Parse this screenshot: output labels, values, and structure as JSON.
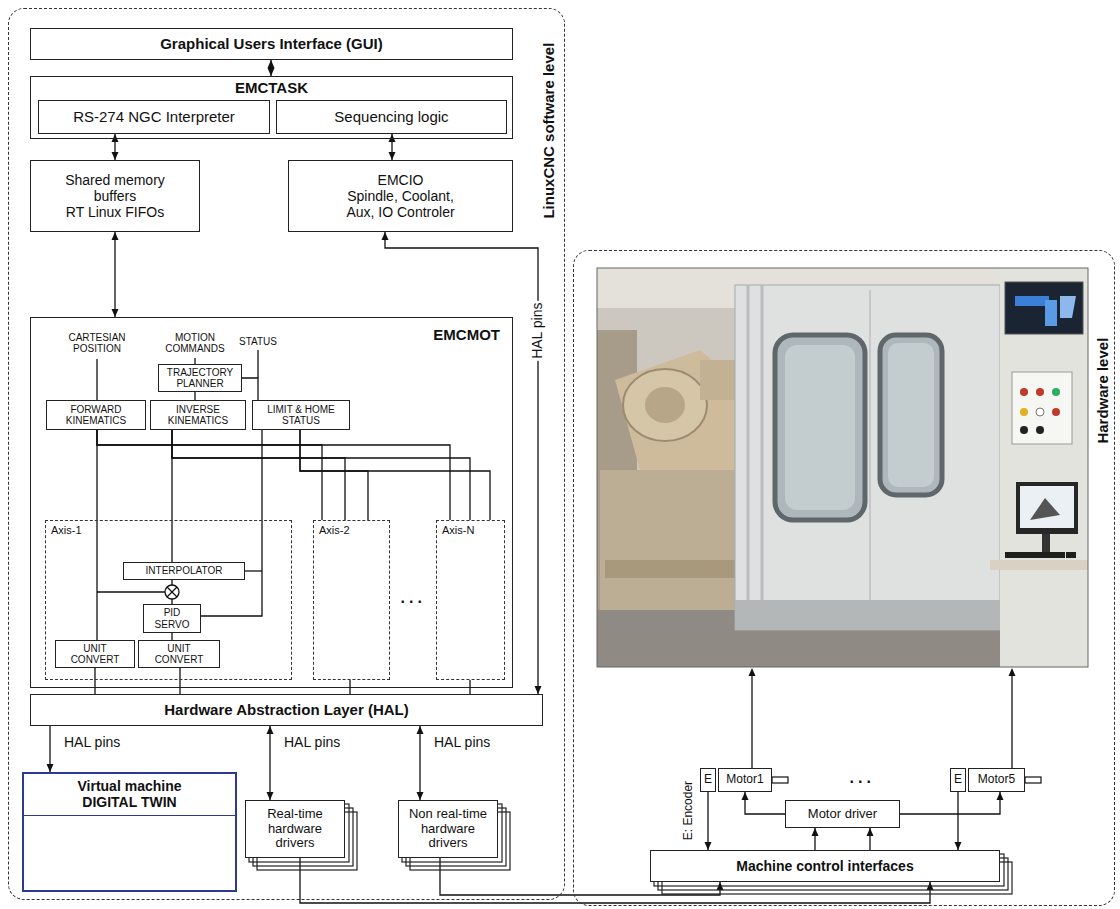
{
  "diagram": {
    "nodes": [
      {
        "text": [
          "LinuxCNC software level"
        ]
      },
      {
        "text": [
          "Graphical Users Interface (GUI)"
        ],
        "in": 0
      },
      {
        "text": [
          "EMCTASK"
        ],
        "in": 0
      },
      {
        "text": [
          "RS-274 NGC Interpreter"
        ],
        "in": 2
      },
      {
        "text": [
          "Sequencing logic"
        ],
        "in": 2
      },
      {
        "text": [
          "Shared memory buffers",
          "RT Linux FIFOs"
        ],
        "in": 0
      },
      {
        "text": [
          "EMCIO",
          "Spindle, Coolant, Aux, IO Controler"
        ],
        "in": 0
      },
      {
        "text": [
          "EMCMOT"
        ],
        "in": 0
      },
      {
        "text": [
          "TRAJECTORY PLANNER"
        ],
        "in": 7
      },
      {
        "text": [
          "FORWARD KINEMATICS"
        ],
        "in": 7
      },
      {
        "text": [
          "INVERSE KINEMATICS"
        ],
        "in": 7
      },
      {
        "text": [
          "LIMIT & HOME STATUS"
        ],
        "in": 7
      },
      {
        "text": [
          "Axis-1"
        ],
        "in": 7
      },
      {
        "text": [
          "INTERPOLATOR"
        ],
        "in": 12
      },
      {
        "text": [
          "PID SERVO"
        ],
        "in": 12
      },
      {
        "text": [
          "UNIT CONVERT"
        ],
        "in": 12
      },
      {
        "text": [
          "UNIT CONVERT"
        ],
        "in": 12
      },
      {
        "text": [
          "Axis-2"
        ],
        "in": 7
      },
      {
        "text": [
          "Axis-N"
        ],
        "in": 7
      },
      {
        "text": [
          "Hardware Abstraction Layer (HAL)"
        ],
        "in": 0
      },
      {
        "text": [
          "Virtual machine",
          "DIGITAL TWIN"
        ],
        "in": 0
      },
      {
        "text": [
          "Real-time hardware drivers"
        ],
        "in": 0
      },
      {
        "text": [
          "Non real-time hardware drivers"
        ],
        "in": 0
      },
      {
        "text": [
          "Hardware level"
        ]
      },
      {
        "text": [
          "E"
        ],
        "in": 23
      },
      {
        "text": [
          "Motor1"
        ],
        "in": 23
      },
      {
        "text": [
          "E"
        ],
        "in": 23
      },
      {
        "text": [
          "Motor5"
        ],
        "in": 23
      },
      {
        "text": [
          "Motor driver"
        ],
        "in": 23
      },
      {
        "text": [
          "Machine control interfaces"
        ],
        "in": 23
      }
    ],
    "edges": [
      {
        "from": 1,
        "to": 2,
        "arrow": "both"
      },
      {
        "from": 3,
        "to": 5,
        "arrow": "both"
      },
      {
        "from": 4,
        "to": 6,
        "arrow": "both"
      },
      {
        "from": 5,
        "to": 7,
        "arrow": "both"
      },
      {
        "from": 6,
        "to": 19,
        "arrow": "both",
        "label": "HAL pins"
      },
      {
        "from": 8,
        "to": 10,
        "arrow": "none"
      },
      {
        "from": 8,
        "to": 11,
        "arrow": "none"
      },
      {
        "from": 9,
        "to": 15,
        "arrow": "none"
      },
      {
        "from": 9,
        "to": 17,
        "arrow": "none"
      },
      {
        "from": 9,
        "to": 18,
        "arrow": "none"
      },
      {
        "from": 10,
        "to": 13,
        "arrow": "none"
      },
      {
        "from": 10,
        "to": 17,
        "arrow": "none"
      },
      {
        "from": 10,
        "to": 18,
        "arrow": "none"
      },
      {
        "from": 11,
        "to": 14,
        "arrow": "none"
      },
      {
        "from": 11,
        "to": 17,
        "arrow": "none"
      },
      {
        "from": 11,
        "to": 18,
        "arrow": "none"
      },
      {
        "from": 13,
        "to": 14,
        "arrow": "none"
      },
      {
        "from": 14,
        "to": 16,
        "arrow": "none"
      },
      {
        "from": 15,
        "to": 19,
        "arrow": "none"
      },
      {
        "from": 16,
        "to": 19,
        "arrow": "none"
      },
      {
        "from": 17,
        "to": 19,
        "arrow": "none"
      },
      {
        "from": 18,
        "to": 19,
        "arrow": "none"
      },
      {
        "from": 19,
        "to": 20,
        "arrow": "to",
        "label": "HAL pins"
      },
      {
        "from": 19,
        "to": 21,
        "arrow": "both",
        "label": "HAL pins"
      },
      {
        "from": 19,
        "to": 22,
        "arrow": "both",
        "label": "HAL pins"
      },
      {
        "from": 21,
        "to": 29,
        "arrow": "to"
      },
      {
        "from": 22,
        "to": 29,
        "arrow": "to"
      },
      {
        "from": 28,
        "to": 25,
        "arrow": "to"
      },
      {
        "from": 28,
        "to": 27,
        "arrow": "to"
      },
      {
        "from": 29,
        "to": 28,
        "arrow": "to"
      },
      {
        "from": 29,
        "to": 28,
        "arrow": "to"
      },
      {
        "from": 24,
        "to": 29,
        "arrow": "to"
      },
      {
        "from": 26,
        "to": 29,
        "arrow": "to"
      }
    ],
    "labels": [
      "CARTESIAN POSITION",
      "MOTION COMMANDS",
      "STATUS",
      "...",
      "E: Encoder",
      "..."
    ]
  }
}
